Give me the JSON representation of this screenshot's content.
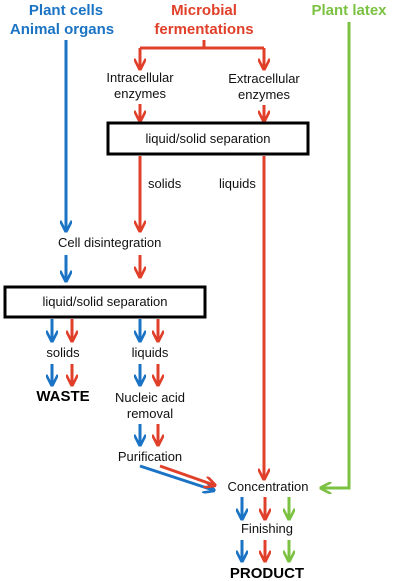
{
  "colors": {
    "blue": "#1a73c4",
    "red": "#e0402a",
    "green": "#7cc242"
  },
  "sources": {
    "plant_cells": "Plant cells",
    "animal_organs": "Animal organs",
    "microbial": "Microbial",
    "fermentations": "fermentations",
    "plant_latex": "Plant latex"
  },
  "labels": {
    "intracellular_1": "Intracellular",
    "intracellular_2": "enzymes",
    "extracellular_1": "Extracellular",
    "extracellular_2": "enzymes",
    "sep_top": "liquid/solid separation",
    "solids_top": "solids",
    "liquids_top": "liquids",
    "cell_disintegration": "Cell disintegration",
    "sep_bottom": "liquid/solid separation",
    "solids_bottom": "solids",
    "liquids_bottom": "liquids",
    "waste": "WASTE",
    "nucleic_1": "Nucleic acid",
    "nucleic_2": "removal",
    "purification": "Purification",
    "concentration": "Concentration",
    "finishing": "Finishing",
    "product": "PRODUCT"
  }
}
